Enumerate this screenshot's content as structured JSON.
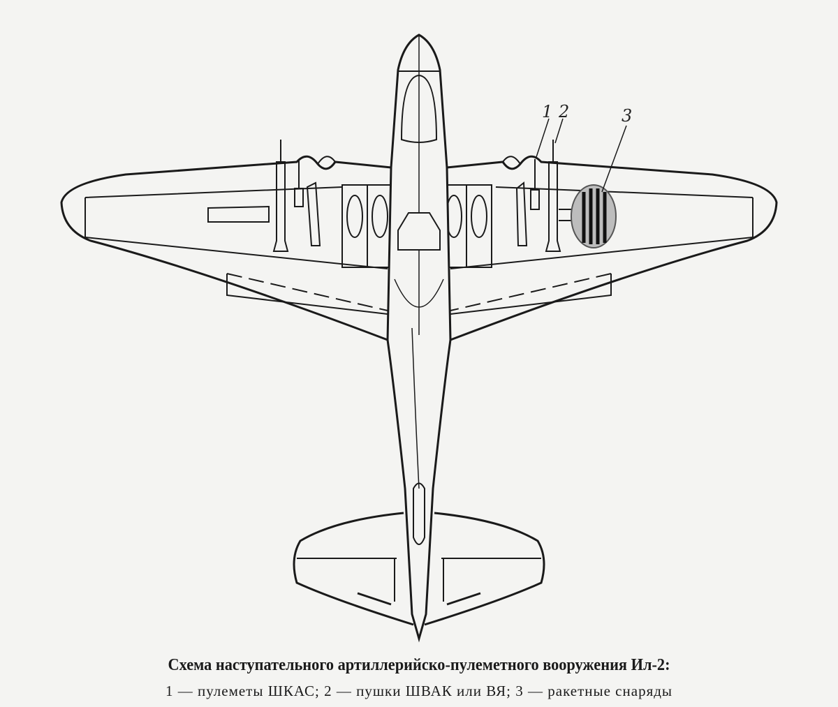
{
  "diagram": {
    "subject": "Ил-2",
    "callouts": [
      {
        "label": "1"
      },
      {
        "label": "2"
      },
      {
        "label": "3"
      }
    ]
  },
  "caption": {
    "title": "Схема наступательного артиллерийско-пулеметного вооружения Ил-2:",
    "legend": "1 — пулеметы ШКАС; 2 — пушки ШВАК или ВЯ; 3 — ракетные снаряды"
  }
}
